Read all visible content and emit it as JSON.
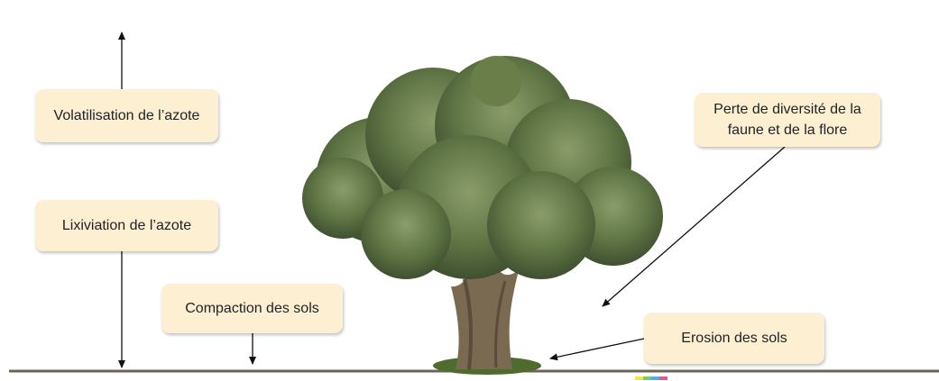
{
  "labels": {
    "volatilisation": "Volatilisation de l’azote",
    "lixiviation": "Lixiviation de l’azote",
    "compaction": "Compaction des sols",
    "perte_diversite": "Perte de diversité de la faune et de la flore",
    "erosion": "Erosion des sols"
  },
  "colors": {
    "box_fill": "#fdefd2",
    "ground": "#6e6456",
    "foliage": "#5c7040",
    "trunk": "#7a6a52"
  }
}
